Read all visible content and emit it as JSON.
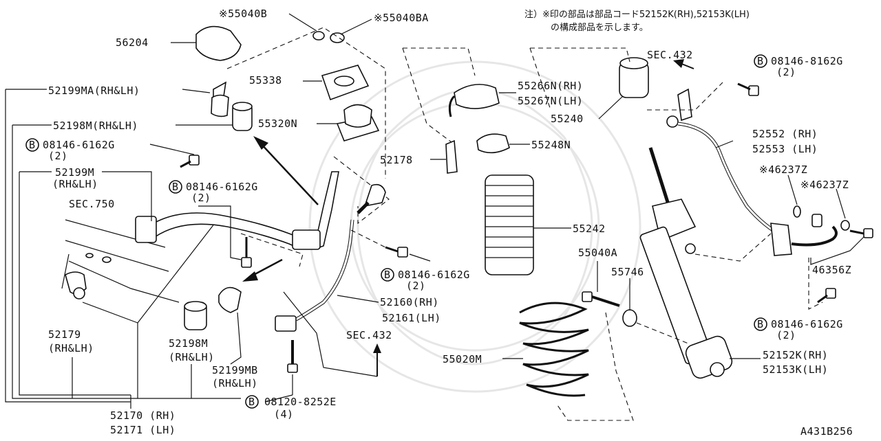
{
  "note": {
    "line1": "注）※印の部品は部品コード52152K(RH),52153K(LH)",
    "line2": "の構成部品を示します。"
  },
  "callouts": [
    {
      "id": "55040B",
      "text": "※55040B"
    },
    {
      "id": "55040BA",
      "text": "※55040BA"
    },
    {
      "id": "56204",
      "text": "56204"
    },
    {
      "id": "55338",
      "text": "55338"
    },
    {
      "id": "52199MA",
      "text": "52199MA(RH&LH)"
    },
    {
      "id": "52198M_top",
      "text": "52198M(RH&LH)"
    },
    {
      "id": "55320N",
      "text": "55320N"
    },
    {
      "id": "b08146_left",
      "text": "08146-6162G"
    },
    {
      "id": "b08146_left_qty",
      "text": "(2)"
    },
    {
      "id": "52199M_a",
      "text": "52199M"
    },
    {
      "id": "52199M_b",
      "text": "(RH&LH)"
    },
    {
      "id": "b08146_mid",
      "text": "08146-6162G"
    },
    {
      "id": "b08146_mid_qty",
      "text": "(2)"
    },
    {
      "id": "sec750",
      "text": "SEC.750"
    },
    {
      "id": "52178",
      "text": "52178"
    },
    {
      "id": "55266N",
      "text": "55266N(RH)"
    },
    {
      "id": "55267N",
      "text": "55267N(LH)"
    },
    {
      "id": "55240",
      "text": "55240"
    },
    {
      "id": "55248N",
      "text": "55248N"
    },
    {
      "id": "55242",
      "text": "55242"
    },
    {
      "id": "55040A",
      "text": "55040A"
    },
    {
      "id": "55746",
      "text": "55746"
    },
    {
      "id": "b08146_center",
      "text": "08146-6162G"
    },
    {
      "id": "b08146_center_qty",
      "text": "(2)"
    },
    {
      "id": "52160",
      "text": "52160(RH)"
    },
    {
      "id": "52161",
      "text": "52161(LH)"
    },
    {
      "id": "sec432_bottom",
      "text": "SEC.432"
    },
    {
      "id": "55020M",
      "text": "55020M"
    },
    {
      "id": "sec432_top",
      "text": "SEC.432"
    },
    {
      "id": "b08146_right_top",
      "text": "08146-8162G"
    },
    {
      "id": "b08146_right_top_qty",
      "text": "(2)"
    },
    {
      "id": "52552",
      "text": "52552 (RH)"
    },
    {
      "id": "52553",
      "text": "52553 (LH)"
    },
    {
      "id": "46237Z_a",
      "text": "※46237Z"
    },
    {
      "id": "46237Z_b",
      "text": "※46237Z"
    },
    {
      "id": "46356Z",
      "text": "46356Z"
    },
    {
      "id": "b08146_right_bot",
      "text": "08146-6162G"
    },
    {
      "id": "b08146_right_bot_qty",
      "text": "(2)"
    },
    {
      "id": "52152K",
      "text": "52152K(RH)"
    },
    {
      "id": "52153K",
      "text": "52153K(LH)"
    },
    {
      "id": "52179_a",
      "text": "52179"
    },
    {
      "id": "52179_b",
      "text": "(RH&LH)"
    },
    {
      "id": "52198M_a",
      "text": "52198M"
    },
    {
      "id": "52198M_b",
      "text": "(RH&LH)"
    },
    {
      "id": "52199MB_a",
      "text": "52199MB"
    },
    {
      "id": "52199MB_b",
      "text": "(RH&LH)"
    },
    {
      "id": "b08120",
      "text": "08120-8252E"
    },
    {
      "id": "b08120_qty",
      "text": "(4)"
    },
    {
      "id": "52170",
      "text": "52170 (RH)"
    },
    {
      "id": "52171",
      "text": "52171 (LH)"
    }
  ],
  "bolt_marker": "B",
  "diagram_code": "A431B256"
}
